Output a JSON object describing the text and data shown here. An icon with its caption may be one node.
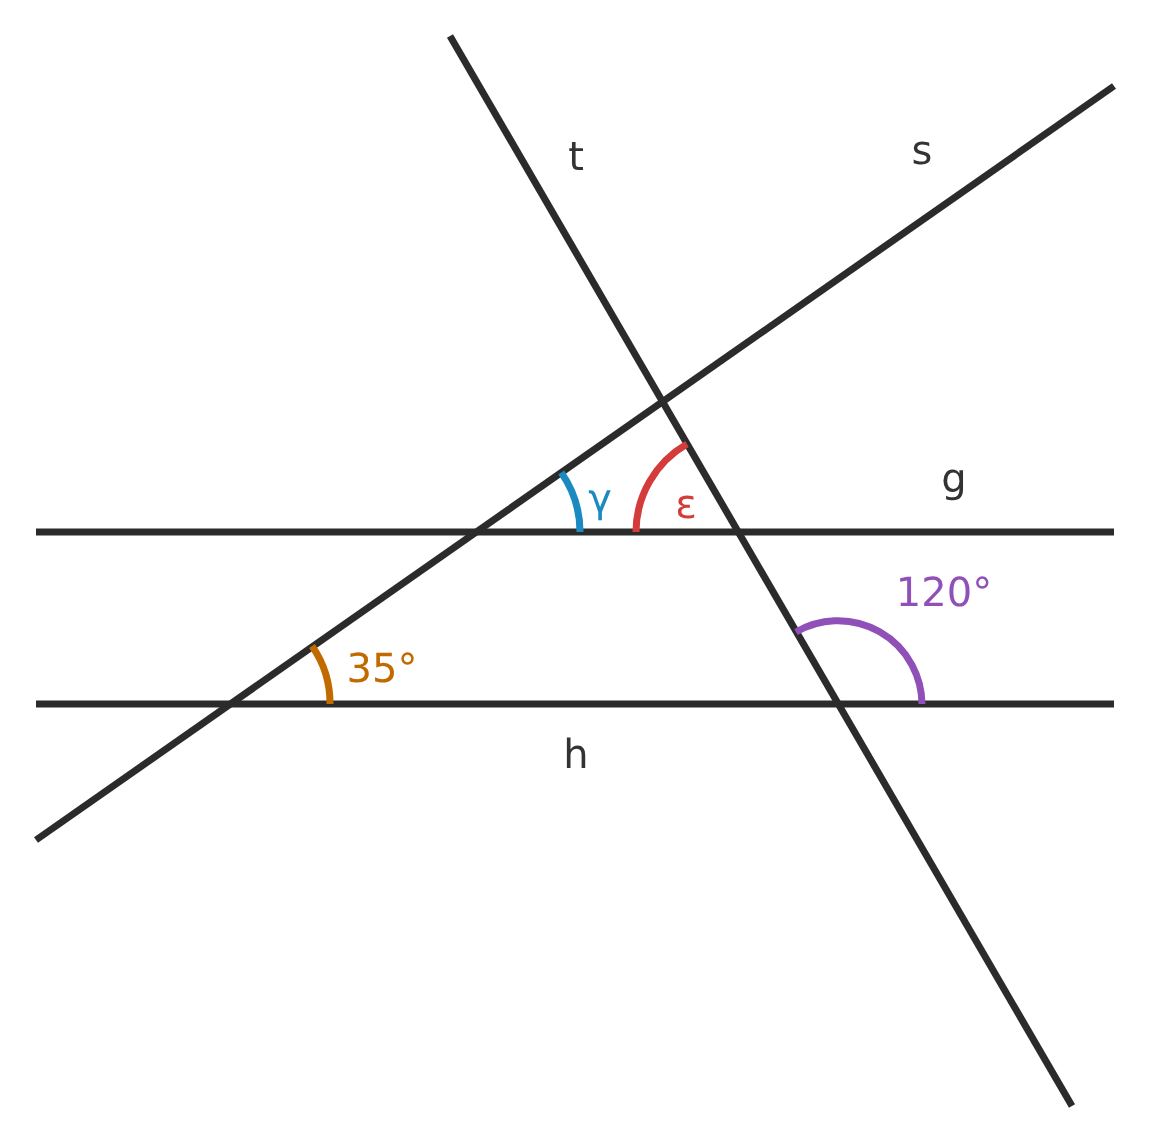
{
  "diagram": {
    "labels": [
      "t",
      "s",
      "g",
      "γ",
      "ε",
      "120°",
      "35°",
      "h"
    ]
  }
}
